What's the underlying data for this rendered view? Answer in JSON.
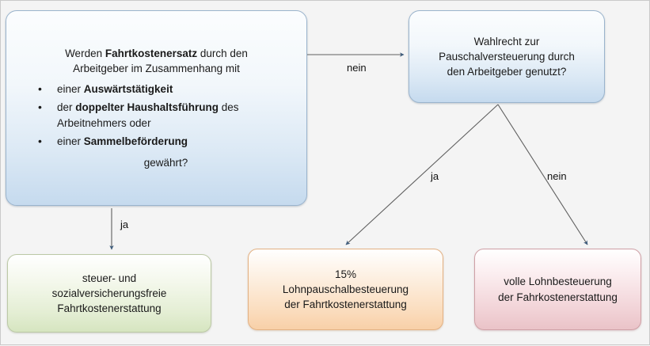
{
  "diagram": {
    "title": "Fahrtkostenersatz Entscheidungsdiagramm",
    "colors": {
      "decision_fill": "#dce9f5",
      "decision_border": "#9ab4cd",
      "result_free_fill": "#e4eed4",
      "result_free_border": "#bcc9a6",
      "result_flat_fill": "#fbdfc2",
      "result_flat_border": "#e3b183",
      "result_full_fill": "#f3d6da",
      "result_full_border": "#cfa0a6",
      "connector": "#5f5f5f",
      "arrowhead": "#3f5d7d",
      "background": "#f4f4f4"
    },
    "nodes": {
      "question_1": {
        "type": "decision",
        "head_line_1_a": "Werden ",
        "head_line_1_b": "Fahrtkostenersatz",
        "head_line_1_c": " durch den",
        "head_line_2": "Arbeitgeber im Zusammenhang mit",
        "bullet_glyph": "•",
        "bullets": [
          {
            "prefix": "einer ",
            "bold": "Auswärtstätigkeit",
            "suffix": ""
          },
          {
            "prefix": "der ",
            "bold": "doppelter Haushaltsführung",
            "suffix": " des Arbeitnehmers oder"
          },
          {
            "prefix": "einer ",
            "bold": "Sammelbeförderung",
            "suffix": ""
          }
        ],
        "tail": "gewährt?"
      },
      "question_2": {
        "type": "decision",
        "line_1": "Wahlrecht zur",
        "line_2": "Pauschalversteuerung durch",
        "line_3": "den Arbeitgeber genutzt?"
      },
      "result_free": {
        "type": "result",
        "line_1": "steuer- und",
        "line_2": "sozialversicherungsfreie",
        "line_3": "Fahrtkostenerstattung"
      },
      "result_flat": {
        "type": "result",
        "line_1": "15%",
        "line_2": "Lohnpauschalbesteuerung",
        "line_3": "der Fahrtkostenerstattung"
      },
      "result_full": {
        "type": "result",
        "line_1": "volle Lohnbesteuerung",
        "line_2": "der Fahrkostenerstattung"
      }
    },
    "edges": [
      {
        "id": "q1-to-q2",
        "from": "question_1",
        "to": "question_2",
        "label": "nein"
      },
      {
        "id": "q1-to-free",
        "from": "question_1",
        "to": "result_free",
        "label": "ja"
      },
      {
        "id": "q2-to-flat",
        "from": "question_2",
        "to": "result_flat",
        "label": "ja"
      },
      {
        "id": "q2-to-full",
        "from": "question_2",
        "to": "result_full",
        "label": "nein"
      }
    ]
  }
}
